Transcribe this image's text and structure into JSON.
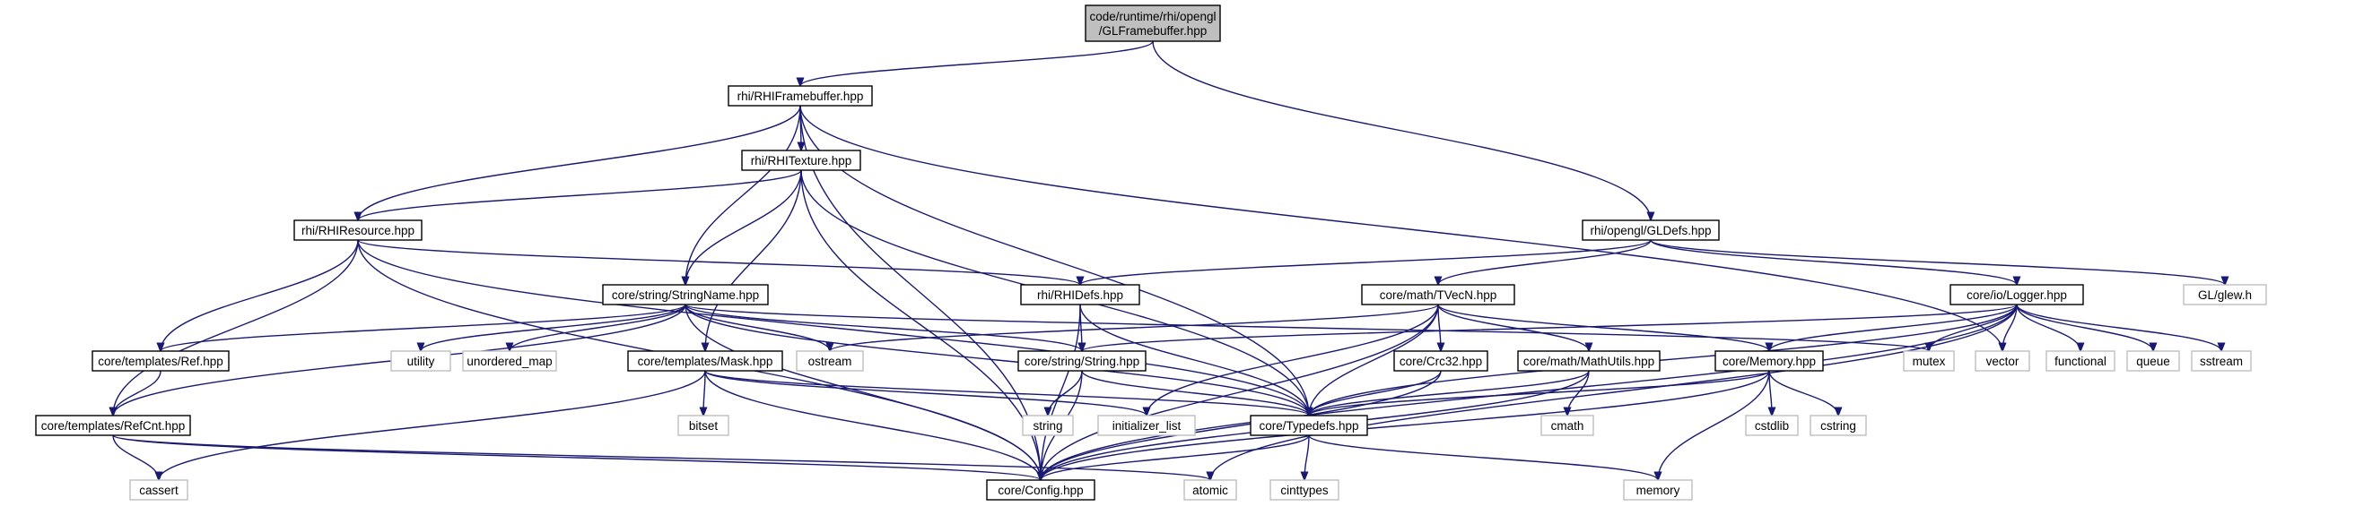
{
  "nodes": [
    {
      "id": "n0",
      "label": [
        "code/runtime/rhi/opengl",
        "/GLFramebuffer.hpp"
      ],
      "kind": "main"
    },
    {
      "id": "n1",
      "label": [
        "rhi/RHIFramebuffer.hpp"
      ],
      "kind": "file"
    },
    {
      "id": "n2",
      "label": [
        "rhi/opengl/GLDefs.hpp"
      ],
      "kind": "file"
    },
    {
      "id": "n3",
      "label": [
        "rhi/RHITexture.hpp"
      ],
      "kind": "file"
    },
    {
      "id": "n4",
      "label": [
        "rhi/RHIResource.hpp"
      ],
      "kind": "file"
    },
    {
      "id": "n5",
      "label": [
        "rhi/RHIDefs.hpp"
      ],
      "kind": "file"
    },
    {
      "id": "n6",
      "label": [
        "core/math/TVecN.hpp"
      ],
      "kind": "file"
    },
    {
      "id": "n7",
      "label": [
        "core/io/Logger.hpp"
      ],
      "kind": "file"
    },
    {
      "id": "n8",
      "label": [
        "GL/glew.h"
      ],
      "kind": "ext"
    },
    {
      "id": "n9",
      "label": [
        "core/string/StringName.hpp"
      ],
      "kind": "file"
    },
    {
      "id": "n10",
      "label": [
        "core/templates/Ref.hpp"
      ],
      "kind": "file"
    },
    {
      "id": "n11",
      "label": [
        "utility"
      ],
      "kind": "ext"
    },
    {
      "id": "n12",
      "label": [
        "unordered_map"
      ],
      "kind": "ext"
    },
    {
      "id": "n13",
      "label": [
        "core/templates/Mask.hpp"
      ],
      "kind": "file"
    },
    {
      "id": "n14",
      "label": [
        "ostream"
      ],
      "kind": "ext"
    },
    {
      "id": "n15",
      "label": [
        "core/string/String.hpp"
      ],
      "kind": "file"
    },
    {
      "id": "n16",
      "label": [
        "core/Crc32.hpp"
      ],
      "kind": "file"
    },
    {
      "id": "n17",
      "label": [
        "core/math/MathUtils.hpp"
      ],
      "kind": "file"
    },
    {
      "id": "n18",
      "label": [
        "core/Memory.hpp"
      ],
      "kind": "file"
    },
    {
      "id": "n19",
      "label": [
        "mutex"
      ],
      "kind": "ext"
    },
    {
      "id": "n20",
      "label": [
        "vector"
      ],
      "kind": "ext"
    },
    {
      "id": "n21",
      "label": [
        "functional"
      ],
      "kind": "ext"
    },
    {
      "id": "n22",
      "label": [
        "queue"
      ],
      "kind": "ext"
    },
    {
      "id": "n23",
      "label": [
        "sstream"
      ],
      "kind": "ext"
    },
    {
      "id": "n24",
      "label": [
        "core/templates/RefCnt.hpp"
      ],
      "kind": "file"
    },
    {
      "id": "n25",
      "label": [
        "bitset"
      ],
      "kind": "ext"
    },
    {
      "id": "n26",
      "label": [
        "string"
      ],
      "kind": "ext"
    },
    {
      "id": "n27",
      "label": [
        "initializer_list"
      ],
      "kind": "ext"
    },
    {
      "id": "n28",
      "label": [
        "core/Typedefs.hpp"
      ],
      "kind": "file"
    },
    {
      "id": "n29",
      "label": [
        "cmath"
      ],
      "kind": "ext"
    },
    {
      "id": "n30",
      "label": [
        "cstdlib"
      ],
      "kind": "ext"
    },
    {
      "id": "n31",
      "label": [
        "cstring"
      ],
      "kind": "ext"
    },
    {
      "id": "n32",
      "label": [
        "cassert"
      ],
      "kind": "ext"
    },
    {
      "id": "n33",
      "label": [
        "core/Config.hpp"
      ],
      "kind": "file"
    },
    {
      "id": "n34",
      "label": [
        "atomic"
      ],
      "kind": "ext"
    },
    {
      "id": "n35",
      "label": [
        "cinttypes"
      ],
      "kind": "ext"
    },
    {
      "id": "n36",
      "label": [
        "memory"
      ],
      "kind": "ext"
    }
  ],
  "edges": [
    [
      "n0",
      "n1"
    ],
    [
      "n0",
      "n2"
    ],
    [
      "n1",
      "n4"
    ],
    [
      "n1",
      "n3"
    ],
    [
      "n1",
      "n9"
    ],
    [
      "n1",
      "n33"
    ],
    [
      "n1",
      "n28"
    ],
    [
      "n1",
      "n20"
    ],
    [
      "n3",
      "n4"
    ],
    [
      "n3",
      "n9"
    ],
    [
      "n3",
      "n13"
    ],
    [
      "n3",
      "n33"
    ],
    [
      "n3",
      "n28"
    ],
    [
      "n4",
      "n5"
    ],
    [
      "n4",
      "n10"
    ],
    [
      "n4",
      "n24"
    ],
    [
      "n4",
      "n33"
    ],
    [
      "n4",
      "n28"
    ],
    [
      "n2",
      "n5"
    ],
    [
      "n2",
      "n6"
    ],
    [
      "n2",
      "n7"
    ],
    [
      "n2",
      "n8"
    ],
    [
      "n5",
      "n15"
    ],
    [
      "n5",
      "n33"
    ],
    [
      "n5",
      "n28"
    ],
    [
      "n9",
      "n10"
    ],
    [
      "n9",
      "n11"
    ],
    [
      "n9",
      "n12"
    ],
    [
      "n9",
      "n14"
    ],
    [
      "n9",
      "n15"
    ],
    [
      "n9",
      "n24"
    ],
    [
      "n9",
      "n33"
    ],
    [
      "n9",
      "n28"
    ],
    [
      "n9",
      "n19"
    ],
    [
      "n6",
      "n14"
    ],
    [
      "n6",
      "n16"
    ],
    [
      "n6",
      "n17"
    ],
    [
      "n6",
      "n18"
    ],
    [
      "n6",
      "n27"
    ],
    [
      "n6",
      "n28"
    ],
    [
      "n6",
      "n33"
    ],
    [
      "n7",
      "n15"
    ],
    [
      "n7",
      "n19"
    ],
    [
      "n7",
      "n20"
    ],
    [
      "n7",
      "n21"
    ],
    [
      "n7",
      "n22"
    ],
    [
      "n7",
      "n23"
    ],
    [
      "n7",
      "n18"
    ],
    [
      "n7",
      "n28"
    ],
    [
      "n7",
      "n33"
    ],
    [
      "n7",
      "n34"
    ],
    [
      "n10",
      "n24"
    ],
    [
      "n13",
      "n25"
    ],
    [
      "n13",
      "n27"
    ],
    [
      "n13",
      "n28"
    ],
    [
      "n13",
      "n33"
    ],
    [
      "n13",
      "n32"
    ],
    [
      "n15",
      "n26"
    ],
    [
      "n15",
      "n28"
    ],
    [
      "n15",
      "n33"
    ],
    [
      "n16",
      "n28"
    ],
    [
      "n16",
      "n33"
    ],
    [
      "n17",
      "n29"
    ],
    [
      "n17",
      "n28"
    ],
    [
      "n17",
      "n33"
    ],
    [
      "n18",
      "n30"
    ],
    [
      "n18",
      "n31"
    ],
    [
      "n18",
      "n28"
    ],
    [
      "n18",
      "n33"
    ],
    [
      "n18",
      "n36"
    ],
    [
      "n24",
      "n32"
    ],
    [
      "n24",
      "n34"
    ],
    [
      "n24",
      "n33"
    ],
    [
      "n28",
      "n35"
    ],
    [
      "n28",
      "n33"
    ],
    [
      "n28",
      "n36"
    ]
  ],
  "colors": {
    "edge": "#191970",
    "main_fill": "#bfbfbf",
    "file_border": "#000000",
    "ext_border": "#bfbfbf",
    "background": "#ffffff"
  }
}
